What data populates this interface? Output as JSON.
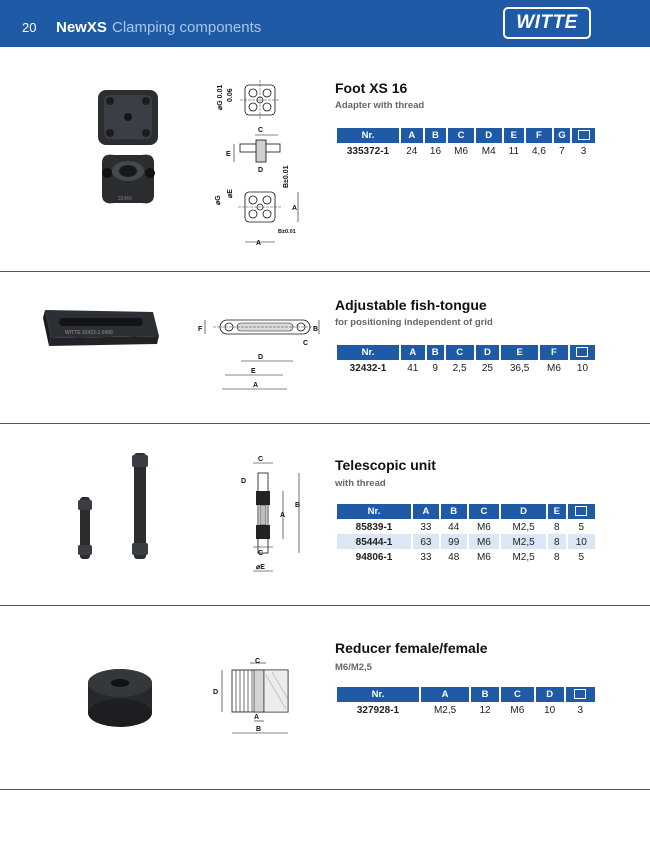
{
  "header": {
    "page_number": "20",
    "title": "NewXS",
    "subtitle": "Clamping components",
    "logo": "WITTE"
  },
  "colors": {
    "header_blue": "#1f5aa6",
    "row_highlight": "#dbe7f6"
  },
  "icons": {
    "weight": "weight-icon"
  },
  "products": [
    {
      "title": "Foot XS 16",
      "subtitle": "Adapter with thread",
      "columns": [
        "Nr.",
        "A",
        "B",
        "C",
        "D",
        "E",
        "F",
        "G"
      ],
      "rows": [
        [
          "335372-1",
          "24",
          "16",
          "M6",
          "M4",
          "11",
          "4,6",
          "7",
          "3"
        ]
      ],
      "drawing_labels": [
        "C",
        "E",
        "D",
        "G",
        "A",
        "B±0.01",
        "B±0.01",
        "A",
        "⌀E",
        "⌀G",
        "⌀G 0.01",
        "0.06"
      ]
    },
    {
      "title": "Adjustable fish-tongue",
      "subtitle": "for positioning independent of grid",
      "columns": [
        "Nr.",
        "A",
        "B",
        "C",
        "D",
        "E",
        "F"
      ],
      "rows": [
        [
          "32432-1",
          "41",
          "9",
          "2,5",
          "25",
          "36,5",
          "M6",
          "10"
        ]
      ],
      "drawing_labels": [
        "F",
        "B",
        "C",
        "D",
        "E",
        "A"
      ]
    },
    {
      "title": "Telescopic unit",
      "subtitle": "with thread",
      "columns": [
        "Nr.",
        "A",
        "B",
        "C",
        "D",
        "E"
      ],
      "rows": [
        [
          "85839-1",
          "33",
          "44",
          "M6",
          "M2,5",
          "8",
          "5"
        ],
        [
          "85444-1",
          "63",
          "99",
          "M6",
          "M2,5",
          "8",
          "10"
        ],
        [
          "94806-1",
          "33",
          "48",
          "M6",
          "M2,5",
          "8",
          "5"
        ]
      ],
      "drawing_labels": [
        "C",
        "D",
        "A",
        "B",
        "C",
        "⌀E"
      ]
    },
    {
      "title": "Reducer female/female",
      "subtitle": "M6/M2,5",
      "columns": [
        "Nr.",
        "A",
        "B",
        "C",
        "D"
      ],
      "rows": [
        [
          "327928-1",
          "M2,5",
          "12",
          "M6",
          "10",
          "3"
        ]
      ],
      "drawing_labels": [
        "C",
        "D",
        "A",
        "B"
      ]
    }
  ]
}
